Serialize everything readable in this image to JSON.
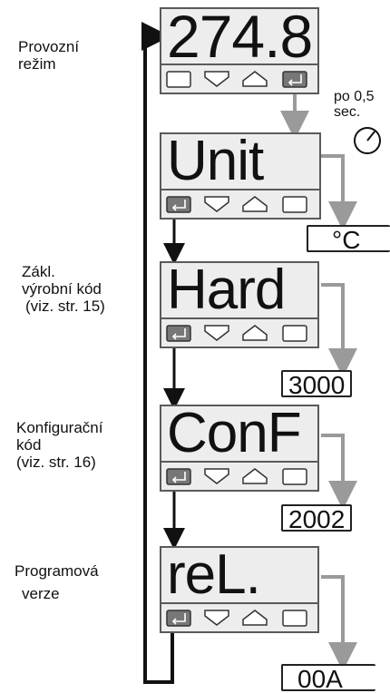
{
  "labels": {
    "operating_mode": [
      "Provozní",
      "režim"
    ],
    "basic_code": [
      "Zákl.",
      "výrobní kód",
      "(viz. str. 15)"
    ],
    "config_code": [
      "Konfigurační",
      "kód",
      "(viz. str. 16)"
    ],
    "program_version": [
      "Programová",
      "verze"
    ],
    "timer": [
      "po 0,5",
      "sec."
    ]
  },
  "displays": {
    "main": "274.8",
    "unit": "Unit",
    "hard": "Hard",
    "conf": "ConF",
    "rel": "reL."
  },
  "values": {
    "unit": "°C",
    "hard": "3000",
    "conf": "2002",
    "rel": "00A"
  },
  "icons": {
    "keys": [
      "menu-key-icon",
      "down-key-icon",
      "up-key-icon",
      "enter-key-icon"
    ],
    "timer": "clock-icon"
  },
  "colors": {
    "panel_bg": "#ededed",
    "gray_arrow": "#9a9a9a",
    "black_arrow": "#111111",
    "pressed_key": "#777777"
  }
}
